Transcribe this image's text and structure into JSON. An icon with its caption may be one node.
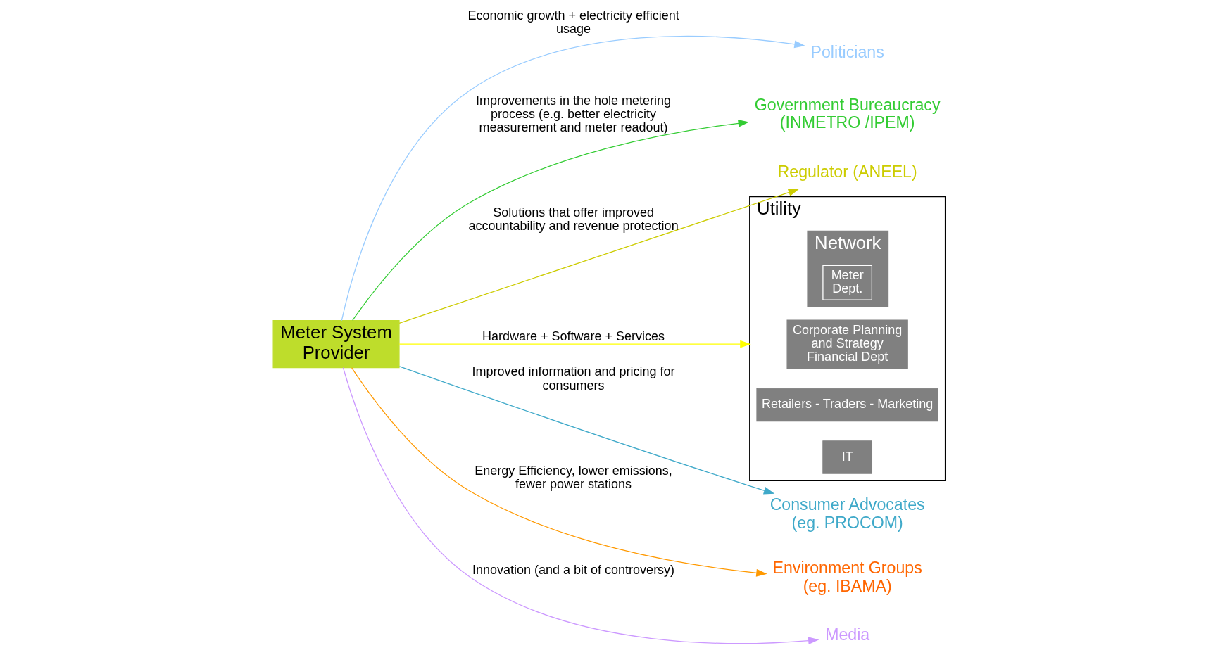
{
  "diagram": {
    "nodes": [
      {
        "text": [
          "Meter System Provider"
        ]
      },
      {
        "text": [
          "Politicians"
        ]
      },
      {
        "text": [
          "Government Bureaucracy (INMETRO /IPEM)"
        ]
      },
      {
        "text": [
          "Regulator (ANEEL)"
        ]
      },
      {
        "text": [
          "Utility"
        ]
      },
      {
        "text": [
          "Corporate Planning and Strategy Financial Dept"
        ],
        "in": 4
      },
      {
        "text": [
          "Retailers - Traders - Marketing"
        ],
        "in": 4
      },
      {
        "text": [
          "IT"
        ],
        "in": 4
      },
      {
        "text": [
          "Network"
        ],
        "in": 4
      },
      {
        "text": [
          "Meter Dept."
        ],
        "in": 8
      },
      {
        "text": [
          "Consumer Advocates (eg. PROCOM)"
        ]
      },
      {
        "text": [
          "Environment Groups (eg. IBAMA)"
        ]
      },
      {
        "text": [
          "Media"
        ]
      }
    ],
    "edges": [
      {
        "from": 0,
        "to": 1,
        "arrow": "to",
        "label": "Economic growth + electricity efficient usage",
        "color": "#99ccff"
      },
      {
        "from": 0,
        "to": 2,
        "arrow": "to",
        "label": "Improvements in the hole metering process (e.g. better electricity measurement and meter readout)",
        "color": "#33cc33"
      },
      {
        "from": 0,
        "to": 3,
        "arrow": "to",
        "label": "Solutions that offer improved accountability and revenue protection",
        "color": "#cccc00"
      },
      {
        "from": 0,
        "to": 4,
        "arrow": "to",
        "label": "Hardware + Software + Services",
        "color": "#ffff00"
      },
      {
        "from": 0,
        "to": 10,
        "arrow": "to",
        "label": "Improved information and pricing for consumers",
        "color": "#3fa9c9"
      },
      {
        "from": 0,
        "to": 11,
        "arrow": "to",
        "label": "Energy Efficiency, lower emissions, fewer power stations",
        "color": "#ff9900"
      },
      {
        "from": 0,
        "to": 12,
        "arrow": "to",
        "label": "Innovation (and a bit of controversy)",
        "color": "#cc99ff"
      }
    ]
  }
}
